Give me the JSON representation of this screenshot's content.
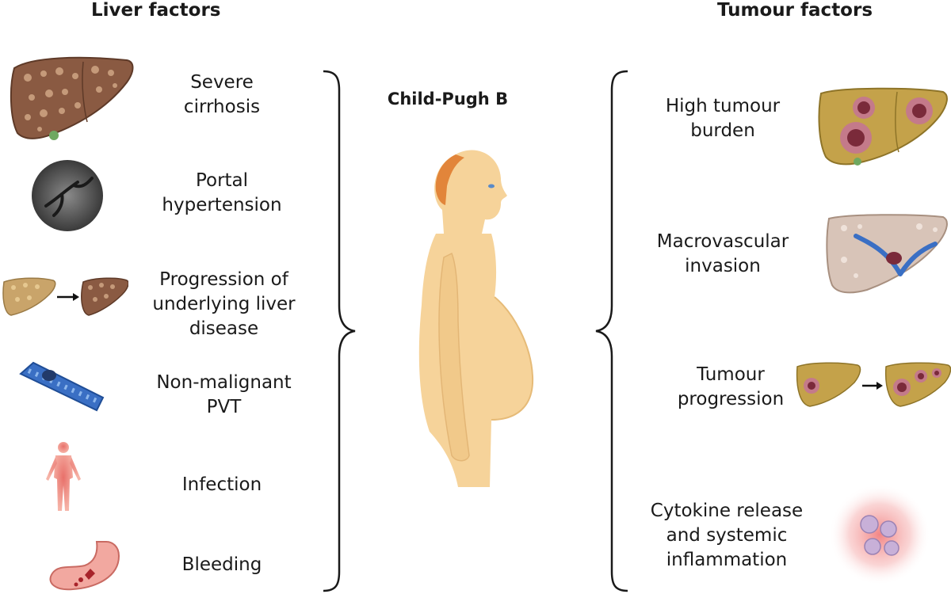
{
  "headers": {
    "left": "Liver factors",
    "right": "Tumour factors"
  },
  "center": {
    "title": "Child-Pugh B"
  },
  "liver_factors": [
    {
      "label": "Severe\ncirrhosis",
      "icon": "cirrhotic-liver-icon"
    },
    {
      "label": "Portal\nhypertension",
      "icon": "angiogram-icon"
    },
    {
      "label": "Progression of\nunderlying liver\ndisease",
      "icon": "liver-progression-icon"
    },
    {
      "label": "Non-malignant\nPVT",
      "icon": "vein-thrombus-icon"
    },
    {
      "label": "Infection",
      "icon": "human-body-icon"
    },
    {
      "label": "Bleeding",
      "icon": "stomach-icon"
    }
  ],
  "tumour_factors": [
    {
      "label": "High tumour\nburden",
      "icon": "tumour-liver-icon"
    },
    {
      "label": "Macrovascular\ninvasion",
      "icon": "vascular-invasion-liver-icon"
    },
    {
      "label": "Tumour\nprogression",
      "icon": "tumour-progression-icon"
    },
    {
      "label": "Cytokine release\nand systemic\ninflammation",
      "icon": "inflammation-cells-icon"
    }
  ],
  "colors": {
    "cirrhotic_liver": "#8a5a42",
    "healthy_liver": "#c9a46a",
    "tumour_liver": "#c4a24a",
    "tumour": "#7a2a3a",
    "vein": "#3a6fc4",
    "skin": "#f6d39a",
    "hair": "#e2853a",
    "inflammation": "#f07070"
  }
}
